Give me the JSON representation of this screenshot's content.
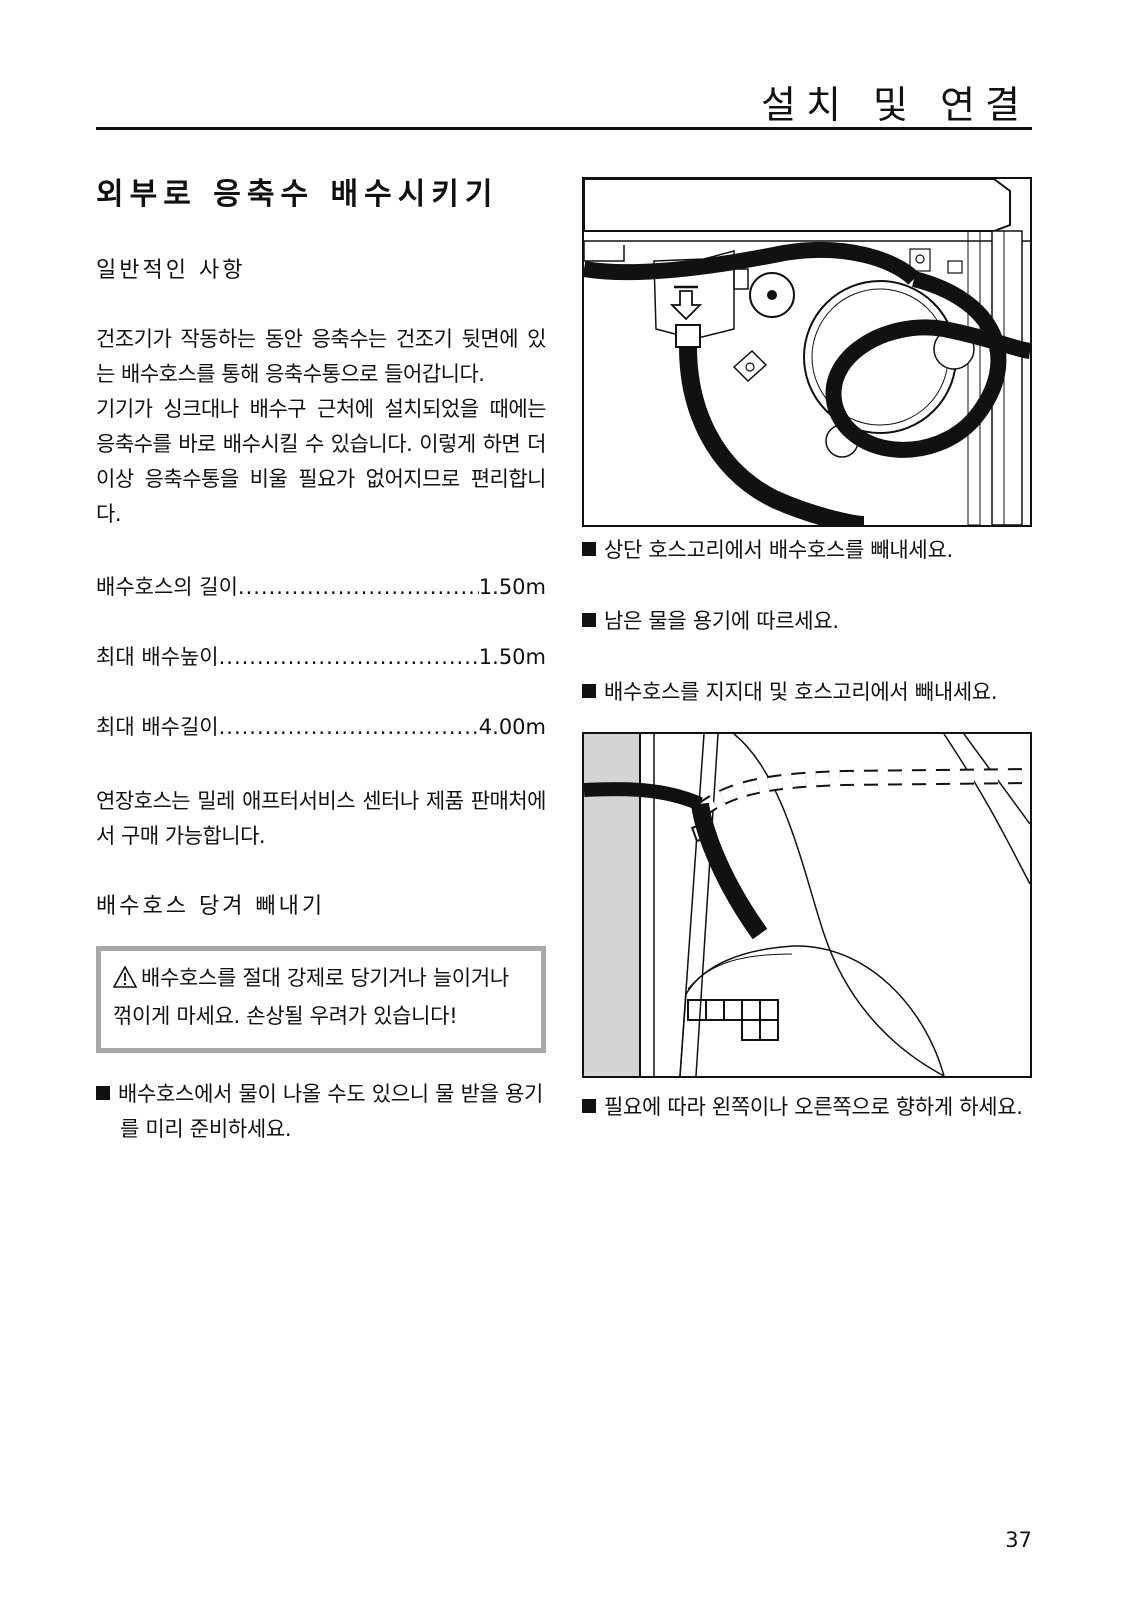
{
  "header": {
    "title": "설치 및 연결"
  },
  "left": {
    "section_title": "외부로 응축수 배수시키기",
    "general_heading": "일반적인 사항",
    "intro_1": "건조기가 작동하는 동안 응축수는 건조기 뒷면에 있는 배수호스를 통해 응축수통으로 들어갑니다.",
    "intro_2": "기기가 싱크대나 배수구 근처에 설치되었을 때에는 응축수를 바로 배수시킬 수 있습니다. 이렇게 하면 더 이상 응축수통을 비울 필요가 없어지므로 편리합니다.",
    "specs": [
      {
        "label": "배수호스의 길이",
        "value": "1.50m"
      },
      {
        "label": "최대 배수높이",
        "value": "1.50m"
      },
      {
        "label": "최대 배수길이",
        "value": "4.00m"
      }
    ],
    "extension_note": "연장호스는 밀레 애프터서비스 센터나 제품 판매처에서 구매 가능합니다.",
    "pull_heading": "배수호스 당겨 빼내기",
    "warning": "배수호스를 절대 강제로 당기거나 늘이거나 꺾이게 마세요. 손상될 우려가 있습니다!",
    "bullet": "배수호스에서 물이 나올 수도 있으니 물 받을 용기를 미리 준비하세요."
  },
  "right": {
    "bullets": [
      "상단 호스고리에서 배수호스를 빼내세요.",
      "남은 물을 용기에 따르세요.",
      "배수호스를 지지대 및 호스고리에서 빼내세요.",
      "필요에 따라 왼쪽이나 오른쪽으로 향하게 하세요."
    ]
  },
  "footer": {
    "page_number": "37"
  },
  "icons": {
    "warning": "warning-triangle-icon",
    "bullet": "square-bullet-icon"
  }
}
